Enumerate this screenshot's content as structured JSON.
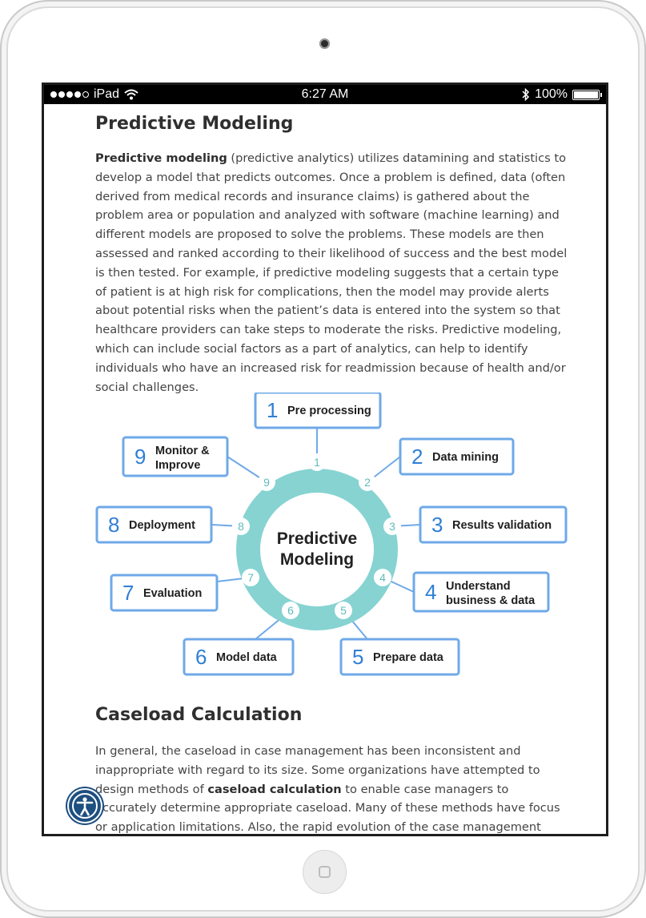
{
  "status_bar": {
    "carrier": "iPad",
    "time": "6:27 AM",
    "battery": "100%",
    "signal_icon": "signal-dots-icon",
    "wifi_icon": "wifi-icon",
    "bluetooth_icon": "bluetooth-icon",
    "battery_icon": "battery-icon"
  },
  "section1": {
    "title": "Predictive Modeling",
    "bold_lead": "Predictive modeling",
    "paragraph": " (predictive analytics) utilizes datamining and statistics to develop a model that predicts outcomes. Once a problem is defined, data (often derived from medical records and insurance claims) is gathered about the problem area or population and analyzed with software (machine learning) and different models are proposed to solve the problems. These models are then assessed and ranked according to their likelihood of success and the best model is then tested. For example, if predictive modeling suggests that a certain type of patient is at high risk for complications, then the model may provide alerts about potential risks when the patient’s data is entered into the system so that healthcare providers can take steps to moderate the risks. Predictive modeling, which can include social factors as a part of analytics, can help to identify individuals who have an increased risk for readmission because of health and/or social challenges."
  },
  "diagram": {
    "center_line1": "Predictive",
    "center_line2": "Modeling",
    "ring_color": "#86d3d2",
    "box_border_color": "#6fa9e8",
    "number_color": "#2f7fd6",
    "steps": [
      {
        "num": "1",
        "line1": "Pre processing",
        "line2": ""
      },
      {
        "num": "2",
        "line1": "Data mining",
        "line2": ""
      },
      {
        "num": "3",
        "line1": "Results validation",
        "line2": ""
      },
      {
        "num": "4",
        "line1": "Understand",
        "line2": "business & data"
      },
      {
        "num": "5",
        "line1": "Prepare data",
        "line2": ""
      },
      {
        "num": "6",
        "line1": "Model data",
        "line2": ""
      },
      {
        "num": "7",
        "line1": "Evaluation",
        "line2": ""
      },
      {
        "num": "8",
        "line1": "Deployment",
        "line2": ""
      },
      {
        "num": "9",
        "line1": "Monitor &",
        "line2": "Improve"
      }
    ]
  },
  "section2": {
    "title": "Caseload Calculation",
    "text_before": "In general, the caseload in case management has been inconsistent and inappropriate with regard to its size. Some organizations have attempted to design methods of ",
    "bold": "caseload calculation",
    "text_after": " to enable case managers to accurately determine appropriate caseload. Many of these methods have focus or application limitations. Also, the rapid evolution of the case management arena, such as adding utilization"
  },
  "accessibility_icon": "accessibility-icon"
}
